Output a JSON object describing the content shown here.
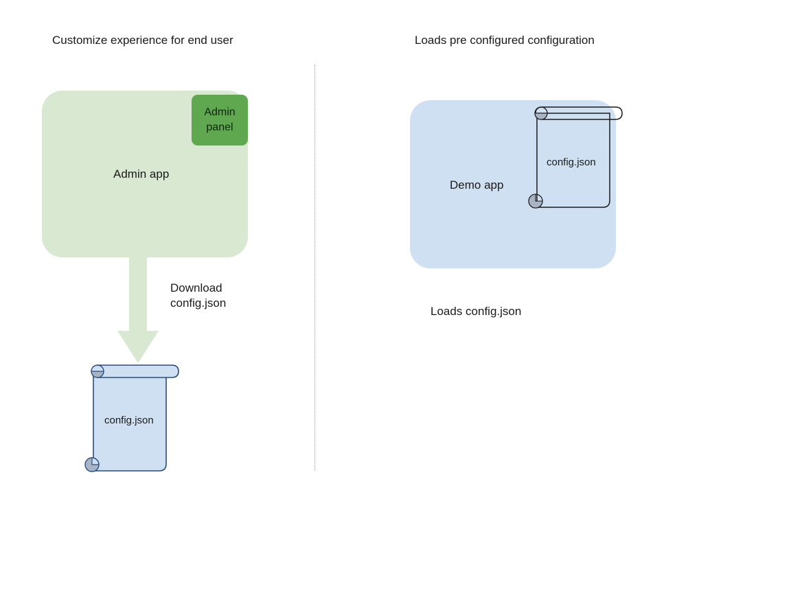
{
  "diagram": {
    "background_color": "#ffffff",
    "divider": {
      "style": "dotted",
      "color": "#9b9b9b"
    },
    "left_panel": {
      "title": "Customize experience for end user",
      "app_box": {
        "label": "Admin app",
        "fill_color": "#d9e8d0"
      },
      "admin_panel": {
        "label": "Admin\npanel",
        "label_line1": "Admin",
        "label_line2": "panel",
        "fill_color": "#60a84f"
      },
      "arrow": {
        "label_line1": "Download",
        "label_line2": "config.json",
        "direction": "down",
        "fill_color": "#d9e8d0"
      },
      "document": {
        "label": "config.json",
        "fill_color": "#cfe0f2",
        "stroke_color": "#2b4a7e",
        "roll_color": "#a8b3c4"
      }
    },
    "right_panel": {
      "title": "Loads pre configured configuration",
      "app_box": {
        "label": "Demo app",
        "fill_color": "#cfe0f2"
      },
      "document": {
        "label": "config.json",
        "fill_color": "none",
        "stroke_color": "#1a1a1a",
        "roll_color": "#a8b3c4"
      },
      "caption": "Loads config.json"
    }
  }
}
